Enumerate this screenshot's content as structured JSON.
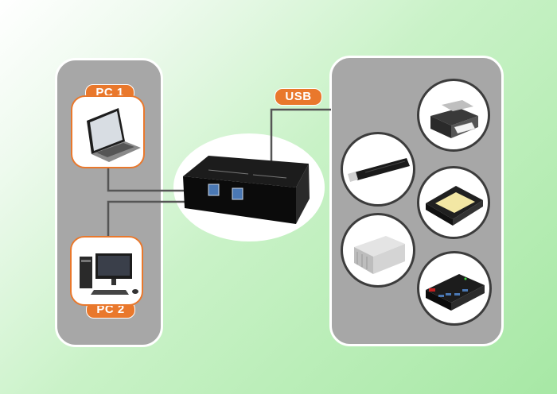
{
  "labels": {
    "pc1": "PC 1",
    "pc2": "PC 2",
    "usb": "USB"
  },
  "colors": {
    "accent": "#e9782c",
    "panel": "#a7a7a7",
    "cable": "#555555",
    "background": "#b6ecb4"
  },
  "icons": {
    "laptop": "laptop-icon",
    "desktop": "desktop-computer-icon",
    "printer": "printer-icon",
    "flash_drive": "usb-flash-drive-icon",
    "scanner": "scanner-icon",
    "hard_drive": "external-hard-drive-icon",
    "hub": "usb-hub-icon",
    "switch": "usb-switch-icon"
  }
}
